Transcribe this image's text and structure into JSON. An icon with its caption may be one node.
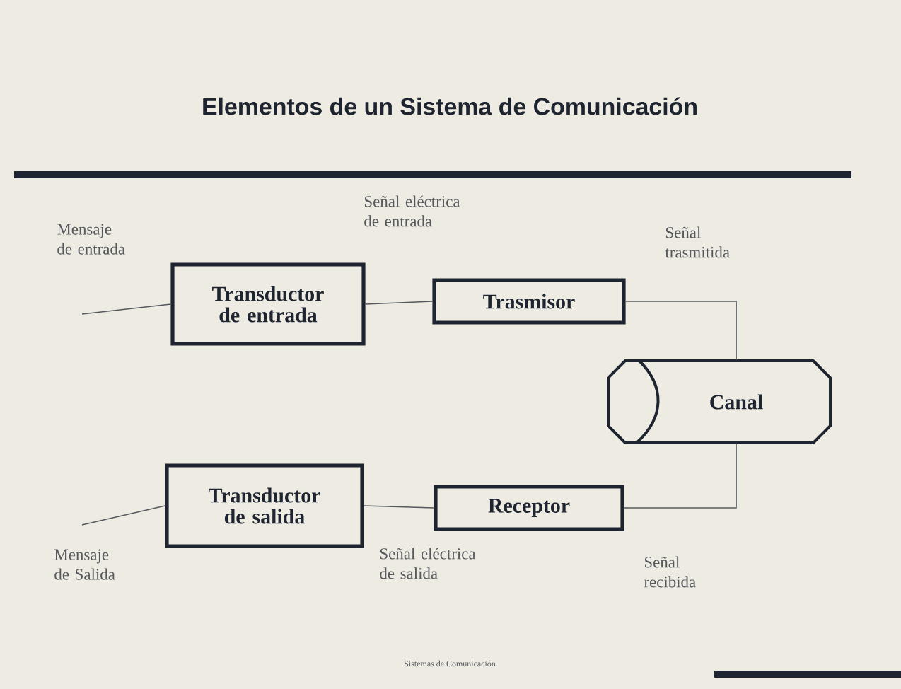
{
  "diagram": {
    "title": "Elementos de un Sistema de Comunicación",
    "caption": "Sistemas de Comunicación",
    "nodes": [
      {
        "text": [
          "Transductor de entrada"
        ]
      },
      {
        "text": [
          "Trasmisor"
        ]
      },
      {
        "text": [
          "Canal"
        ]
      },
      {
        "text": [
          "Receptor"
        ]
      },
      {
        "text": [
          "Transductor de salida"
        ]
      }
    ],
    "edges": [
      {
        "from": null,
        "to": 0,
        "arrow": "none"
      },
      {
        "from": 0,
        "to": 1,
        "arrow": "none"
      },
      {
        "from": 1,
        "to": 2,
        "arrow": "none"
      },
      {
        "from": 2,
        "to": 3,
        "arrow": "none"
      },
      {
        "from": 3,
        "to": 4,
        "arrow": "none"
      },
      {
        "from": 4,
        "to": null,
        "arrow": "none"
      }
    ],
    "labels": [
      "Mensaje de entrada",
      "Señal eléctrica de entrada",
      "Señal trasmitida",
      "Mensaje de Salida",
      "Señal eléctrica de salida",
      "Señal recibida"
    ]
  }
}
